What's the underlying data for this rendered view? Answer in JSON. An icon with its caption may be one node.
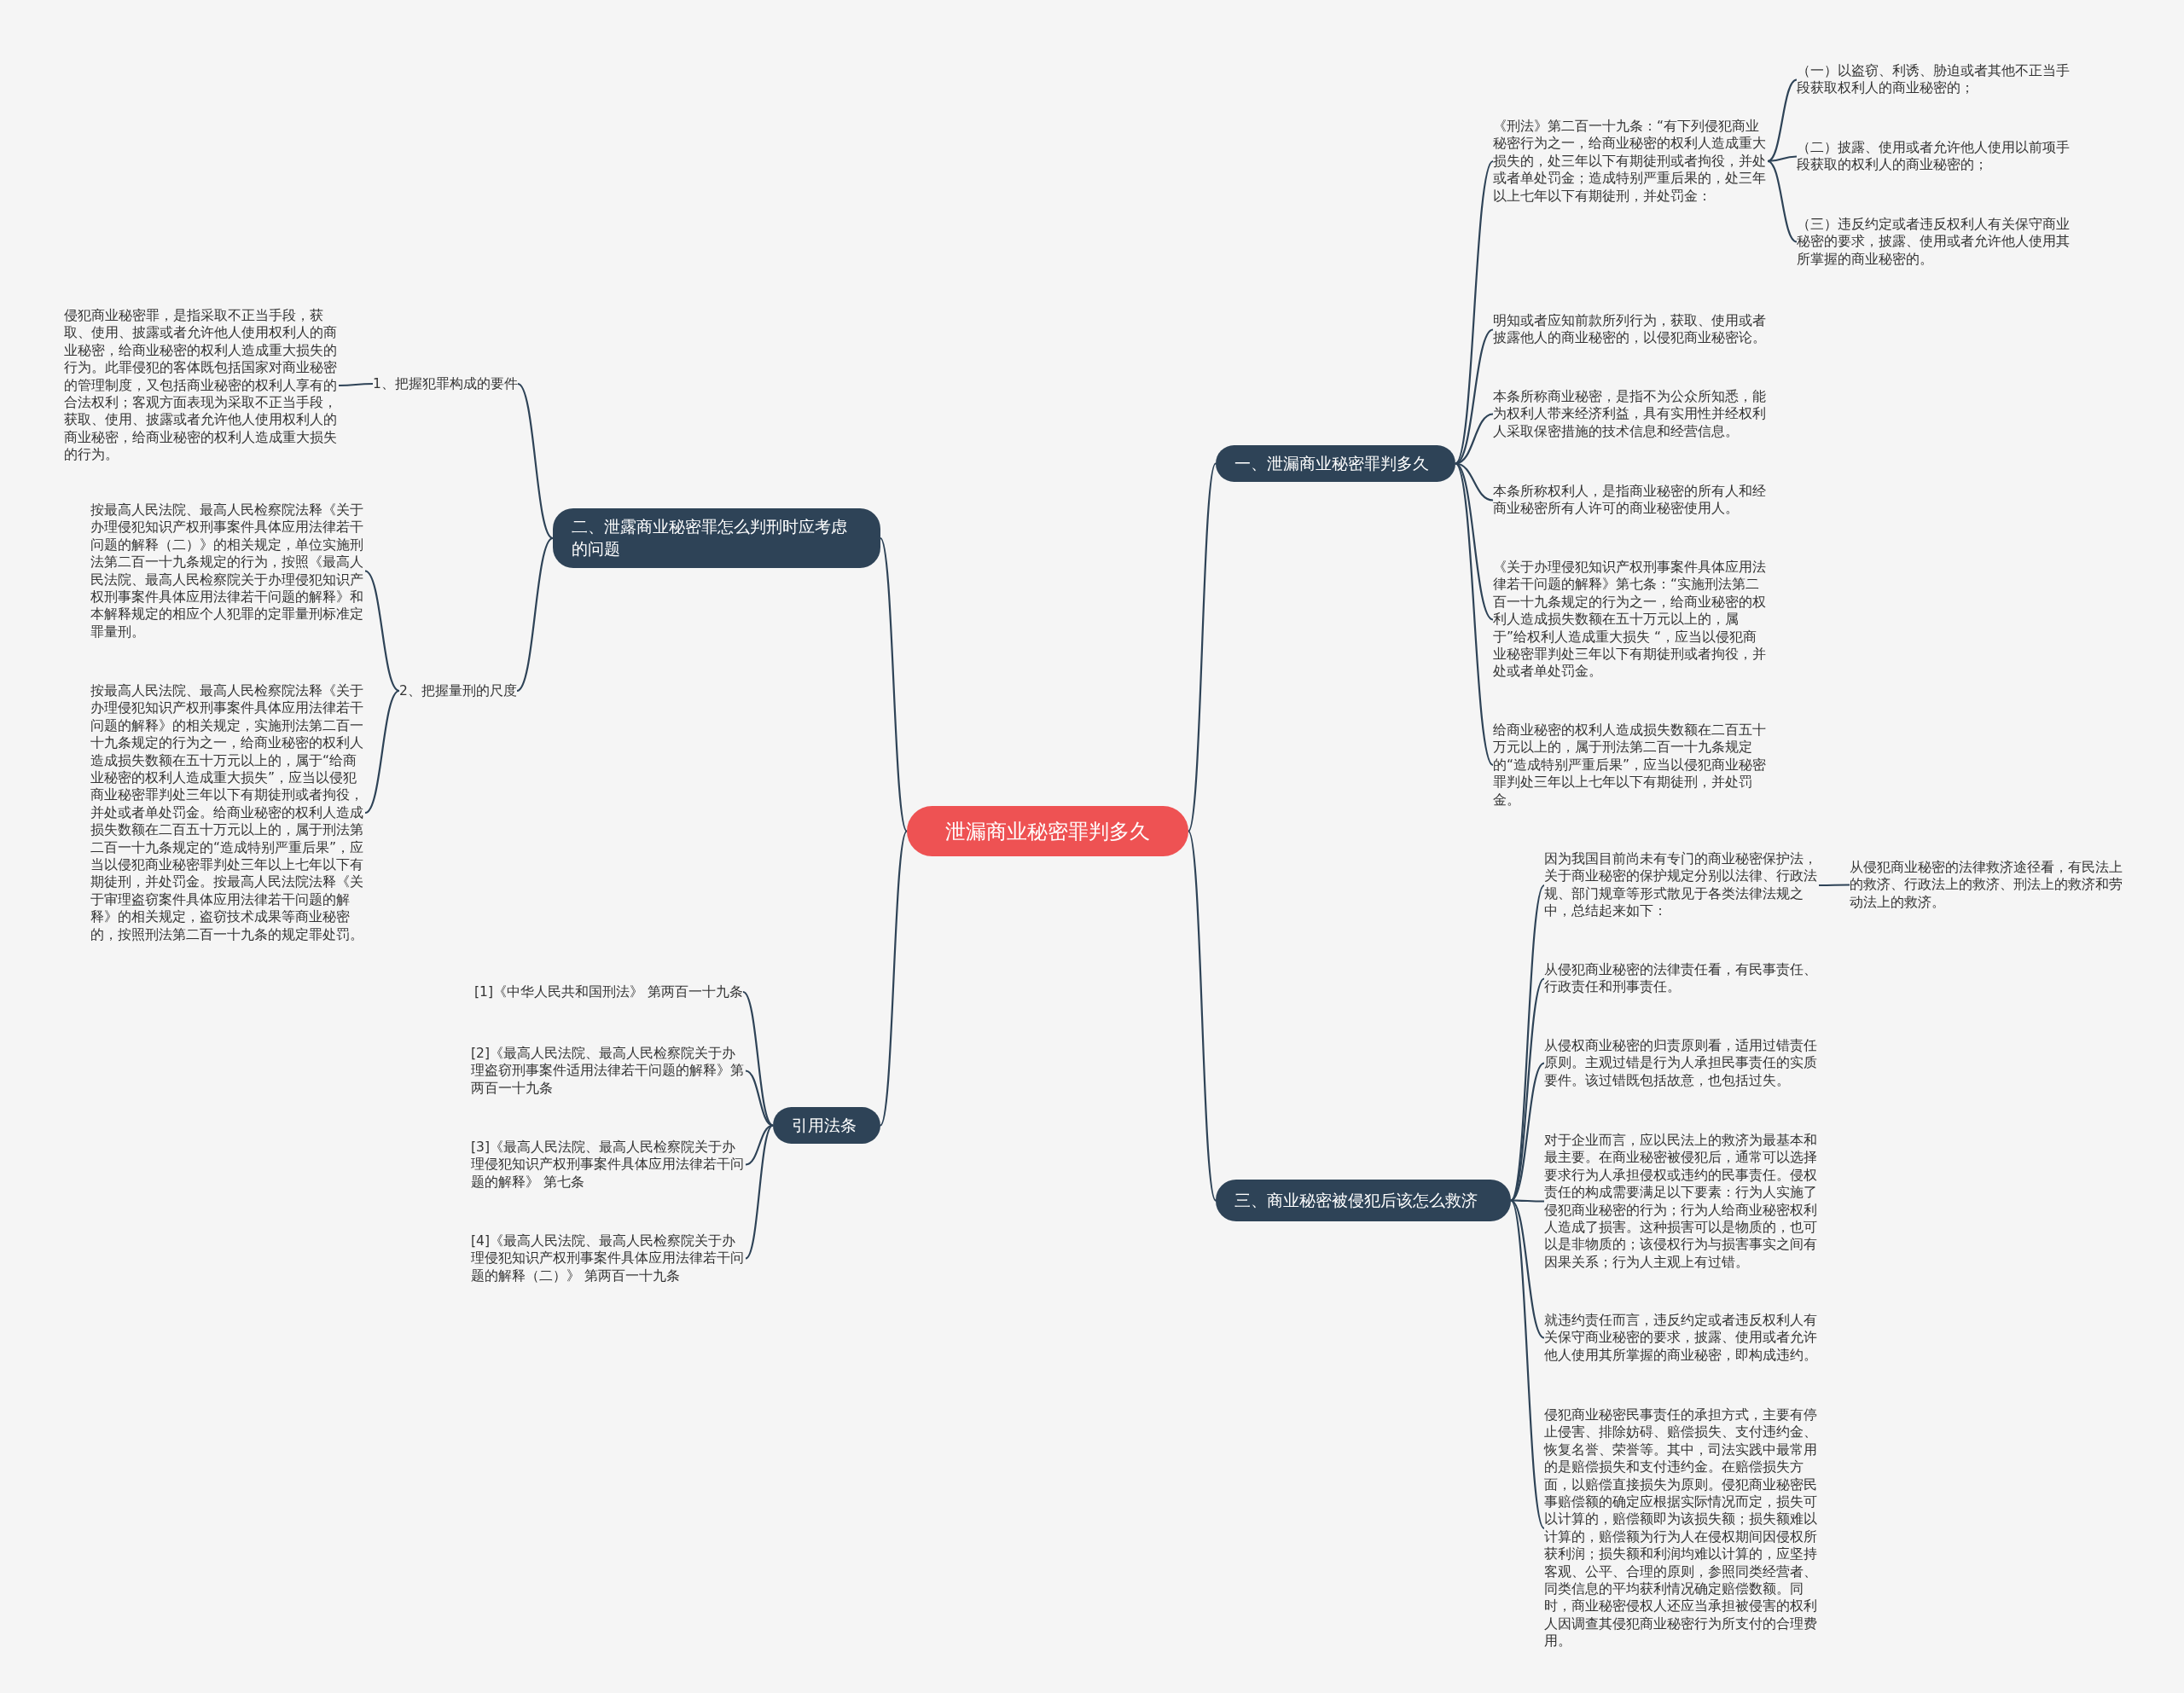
{
  "diagram": {
    "nodes": [
      {
        "text": [
          "泄漏商业秘密罪判多久"
        ]
      },
      {
        "text": [
          "一、泄漏商业秘密罪判多久"
        ]
      },
      {
        "text": [
          "《刑法》第二百一十九条：“有下列侵犯商业秘密行为之一，给商业秘密的权利人造成重大损失的，处三年以下有期徒刑或者拘役，并处或者单处罚金；造成特别严重后果的，处三年以上七年以下有期徒刑，并处罚金："
        ]
      },
      {
        "text": [
          "（一）以盗窃、利诱、胁迫或者其他不正当手段获取权利人的商业秘密的；"
        ]
      },
      {
        "text": [
          "（二）披露、使用或者允许他人使用以前项手段获取的权利人的商业秘密的；"
        ]
      },
      {
        "text": [
          "（三）违反约定或者违反权利人有关保守商业秘密的要求，披露、使用或者允许他人使用其所掌握的商业秘密的。"
        ]
      },
      {
        "text": [
          "明知或者应知前款所列行为，获取、使用或者披露他人的商业秘密的，以侵犯商业秘密论。"
        ]
      },
      {
        "text": [
          "本条所称商业秘密，是指不为公众所知悉，能为权利人带来经济利益，具有实用性并经权利人采取保密措施的技术信息和经营信息。"
        ]
      },
      {
        "text": [
          "本条所称权利人，是指商业秘密的所有人和经商业秘密所有人许可的商业秘密使用人。"
        ]
      },
      {
        "text": [
          "《关于办理侵犯知识产权刑事案件具体应用法律若干问题的解释》第七条：“实施刑法第二百一十九条规定的行为之一，给商业秘密的权利人造成损失数额在五十万元以上的，属于”给权利人造成重大损失 “，应当以侵犯商业秘密罪判处三年以下有期徒刑或者拘役，并处或者单处罚金。"
        ]
      },
      {
        "text": [
          "给商业秘密的权利人造成损失数额在二百五十万元以上的，属于刑法第二百一十九条规定的“造成特别严重后果”，应当以侵犯商业秘密罪判处三年以上七年以下有期徒刑，并处罚金。"
        ]
      },
      {
        "text": [
          "二、泄露商业秘密罪怎么判刑时应考虑的问题"
        ]
      },
      {
        "text": [
          "1、把握犯罪构成的要件"
        ]
      },
      {
        "text": [
          "侵犯商业秘密罪，是指采取不正当手段，获取、使用、披露或者允许他人使用权利人的商业秘密，给商业秘密的权利人造成重大损失的行为。此罪侵犯的客体既包括国家对商业秘密的管理制度，又包括商业秘密的权利人享有的合法权利；客观方面表现为采取不正当手段，获取、使用、披露或者允许他人使用权利人的商业秘密，给商业秘密的权利人造成重大损失的行为。"
        ]
      },
      {
        "text": [
          "2、把握量刑的尺度"
        ]
      },
      {
        "text": [
          "按最高人民法院、最高人民检察院法释《关于办理侵犯知识产权刑事案件具体应用法律若干问题的解释（二）》的相关规定，单位实施刑法第二百一十九条规定的行为，按照《最高人民法院、最高人民检察院关于办理侵犯知识产权刑事案件具体应用法律若干问题的解释》和本解释规定的相应个人犯罪的定罪量刑标准定罪量刑。"
        ]
      },
      {
        "text": [
          "按最高人民法院、最高人民检察院法释《关于办理侵犯知识产权刑事案件具体应用法律若干问题的解释》的相关规定，实施刑法第二百一十九条规定的行为之一，给商业秘密的权利人造成损失数额在五十万元以上的，属于“给商业秘密的权利人造成重大损失”，应当以侵犯商业秘密罪判处三年以下有期徒刑或者拘役，并处或者单处罚金。给商业秘密的权利人造成损失数额在二百五十万元以上的，属于刑法第二百一十九条规定的“造成特别严重后果”，应当以侵犯商业秘密罪判处三年以上七年以下有期徒刑，并处罚金。按最高人民法院法释《关于审理盗窃案件具体应用法律若干问题的解释》的相关规定，盗窃技术成果等商业秘密的，按照刑法第二百一十九条的规定罪处罚。"
        ]
      },
      {
        "text": [
          "引用法条"
        ]
      },
      {
        "text": [
          "[1]《中华人民共和国刑法》 第两百一十九条"
        ]
      },
      {
        "text": [
          "[2]《最高人民法院、最高人民检察院关于办理盗窃刑事案件适用法律若干问题的解释》第两百一十九条"
        ]
      },
      {
        "text": [
          "[3]《最高人民法院、最高人民检察院关于办理侵犯知识产权刑事案件具体应用法律若干问题的解释》 第七条"
        ]
      },
      {
        "text": [
          "[4]《最高人民法院、最高人民检察院关于办理侵犯知识产权刑事案件具体应用法律若干问题的解释（二）》 第两百一十九条"
        ]
      },
      {
        "text": [
          "三、商业秘密被侵犯后该怎么救济"
        ]
      },
      {
        "text": [
          "因为我国目前尚未有专门的商业秘密保护法，关于商业秘密的保护规定分别以法律、行政法规、部门规章等形式散见于各类法律法规之中，总结起来如下："
        ]
      },
      {
        "text": [
          "从侵犯商业秘密的法律救济途径看，有民法上的救济、行政法上的救济、刑法上的救济和劳动法上的救济。"
        ]
      },
      {
        "text": [
          "从侵犯商业秘密的法律责任看，有民事责任、行政责任和刑事责任。"
        ]
      },
      {
        "text": [
          "从侵权商业秘密的归责原则看，适用过错责任原则。主观过错是行为人承担民事责任的实质要件。该过错既包括故意，也包括过失。"
        ]
      },
      {
        "text": [
          "对于企业而言，应以民法上的救济为最基本和最主要。在商业秘密被侵犯后，通常可以选择要求行为人承担侵权或违约的民事责任。侵权责任的构成需要满足以下要素：行为人实施了侵犯商业秘密的行为；行为人给商业秘密权利人造成了损害。这种损害可以是物质的，也可以是非物质的；该侵权行为与损害事实之间有因果关系；行为人主观上有过错。"
        ]
      },
      {
        "text": [
          "就违约责任而言，违反约定或者违反权利人有关保守商业秘密的要求，披露、使用或者允许他人使用其所掌握的商业秘密，即构成违约。"
        ]
      },
      {
        "text": [
          "侵犯商业秘密民事责任的承担方式，主要有停止侵害、排除妨碍、赔偿损失、支付违约金、恢复名誉、荣誉等。其中，司法实践中最常用的是赔偿损失和支付违约金。在赔偿损失方面，以赔偿直接损失为原则。侵犯商业秘密民事赔偿额的确定应根据实际情况而定，损失可以计算的，赔偿额即为该损失额；损失额难以计算的，赔偿额为行为人在侵权期间因侵权所获利润；损失额和利润均难以计算的，应坚持客观、公平、合理的原则，参照同类经营者、同类信息的平均获利情况确定赔偿数额。同时，商业秘密侵权人还应当承担被侵害的权利人因调查其侵犯商业秘密行为所支付的合理费用。"
        ]
      }
    ],
    "edges": [
      {
        "from": 0,
        "to": 1,
        "arrow": "none"
      },
      {
        "from": 1,
        "to": 2,
        "arrow": "none"
      },
      {
        "from": 2,
        "to": 3,
        "arrow": "none"
      },
      {
        "from": 2,
        "to": 4,
        "arrow": "none"
      },
      {
        "from": 2,
        "to": 5,
        "arrow": "none"
      },
      {
        "from": 1,
        "to": 6,
        "arrow": "none"
      },
      {
        "from": 1,
        "to": 7,
        "arrow": "none"
      },
      {
        "from": 1,
        "to": 8,
        "arrow": "none"
      },
      {
        "from": 1,
        "to": 9,
        "arrow": "none"
      },
      {
        "from": 1,
        "to": 10,
        "arrow": "none"
      },
      {
        "from": 0,
        "to": 11,
        "arrow": "none"
      },
      {
        "from": 11,
        "to": 12,
        "arrow": "none"
      },
      {
        "from": 12,
        "to": 13,
        "arrow": "none"
      },
      {
        "from": 11,
        "to": 14,
        "arrow": "none"
      },
      {
        "from": 14,
        "to": 15,
        "arrow": "none"
      },
      {
        "from": 14,
        "to": 16,
        "arrow": "none"
      },
      {
        "from": 0,
        "to": 17,
        "arrow": "none"
      },
      {
        "from": 17,
        "to": 18,
        "arrow": "none"
      },
      {
        "from": 17,
        "to": 19,
        "arrow": "none"
      },
      {
        "from": 17,
        "to": 20,
        "arrow": "none"
      },
      {
        "from": 17,
        "to": 21,
        "arrow": "none"
      },
      {
        "from": 0,
        "to": 22,
        "arrow": "none"
      },
      {
        "from": 22,
        "to": 23,
        "arrow": "none"
      },
      {
        "from": 23,
        "to": 24,
        "arrow": "none"
      },
      {
        "from": 22,
        "to": 25,
        "arrow": "none"
      },
      {
        "from": 22,
        "to": 26,
        "arrow": "none"
      },
      {
        "from": 22,
        "to": 27,
        "arrow": "none"
      },
      {
        "from": 22,
        "to": 28,
        "arrow": "none"
      },
      {
        "from": 22,
        "to": 29,
        "arrow": "none"
      }
    ]
  }
}
